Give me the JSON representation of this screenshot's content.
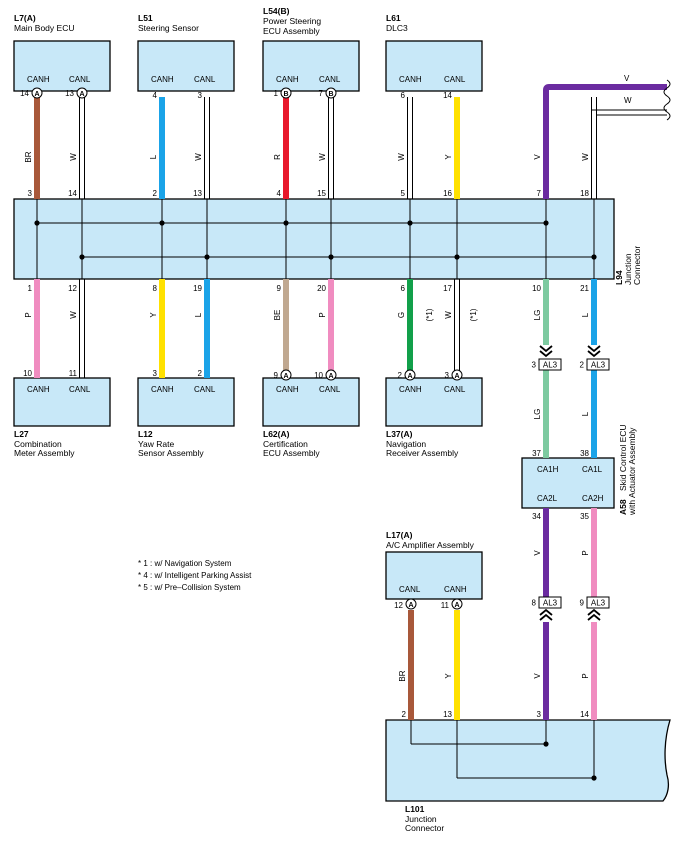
{
  "components": {
    "l7": {
      "id": "L7(A)",
      "name1": "Main Body ECU",
      "name2": "",
      "pin_left": "CANH",
      "pin_right": "CANL",
      "pin_left_no": "14",
      "pin_right_no": "13",
      "circ_left": "A",
      "circ_right": "A"
    },
    "l51": {
      "id": "L51",
      "name1": "Steering Sensor",
      "name2": "",
      "pin_left": "CANH",
      "pin_right": "CANL",
      "pin_left_no": "4",
      "pin_right_no": "3"
    },
    "l54": {
      "id": "L54(B)",
      "name1": "Power Steering",
      "name2": "ECU Assembly",
      "pin_left": "CANH",
      "pin_right": "CANL",
      "pin_left_no": "1",
      "pin_right_no": "7",
      "circ_left": "B",
      "circ_right": "B"
    },
    "l61": {
      "id": "L61",
      "name1": "DLC3",
      "name2": "",
      "pin_left": "CANH",
      "pin_right": "CANL",
      "pin_left_no": "6",
      "pin_right_no": "14"
    },
    "l27": {
      "id": "L27",
      "name1": "Combination",
      "name2": "Meter Assembly",
      "pin_left": "CANH",
      "pin_right": "CANL",
      "pin_left_no": "10",
      "pin_right_no": "11"
    },
    "l12": {
      "id": "L12",
      "name1": "Yaw Rate",
      "name2": "Sensor Assembly",
      "pin_left": "CANH",
      "pin_right": "CANL",
      "pin_left_no": "3",
      "pin_right_no": "2"
    },
    "l62": {
      "id": "L62(A)",
      "name1": "Certification",
      "name2": "ECU Assembly",
      "pin_left": "CANH",
      "pin_right": "CANL",
      "pin_left_no": "9",
      "pin_right_no": "10",
      "circ_left": "A",
      "circ_right": "A"
    },
    "l37": {
      "id": "L37(A)",
      "name1": "Navigation",
      "name2": "Receiver Assembly",
      "pin_left": "CANH",
      "pin_right": "CANL",
      "pin_left_no": "2",
      "pin_right_no": "3",
      "circ_left": "A",
      "circ_right": "A"
    },
    "l17": {
      "id": "L17(A)",
      "name1": "A/C Amplifier Assembly",
      "name2": "",
      "pin_left": "CANL",
      "pin_right": "CANH",
      "pin_left_no": "12",
      "pin_right_no": "11",
      "circ_left": "A",
      "circ_right": "A"
    },
    "a58": {
      "id": "A58",
      "name1": "Skid Control ECU",
      "name2": "with Actuator Assembly",
      "pin_tl": "CA1H",
      "pin_tr": "CA1L",
      "pin_bl": "CA2L",
      "pin_br": "CA2H",
      "pin_tl_no": "37",
      "pin_tr_no": "38",
      "pin_bl_no": "34",
      "pin_br_no": "35"
    },
    "l94": {
      "id": "L94",
      "name1": "Junction",
      "name2": "Connector"
    },
    "l101": {
      "id": "L101",
      "name1": "Junction",
      "name2": "Connector"
    }
  },
  "junction_top_pins": [
    "3",
    "14",
    "2",
    "13",
    "4",
    "15",
    "5",
    "16",
    "7",
    "18"
  ],
  "junction_bottom_pins": [
    "1",
    "12",
    "8",
    "19",
    "9",
    "20",
    "6",
    "17",
    "10",
    "21"
  ],
  "l101_pins": [
    "2",
    "13",
    "3",
    "14"
  ],
  "wire_colors_top": [
    "BR",
    "W",
    "L",
    "W",
    "R",
    "W",
    "W",
    "Y",
    "V",
    "W"
  ],
  "wire_colors_bottom": [
    "P",
    "W",
    "Y",
    "L",
    "BE",
    "P",
    "G",
    "W",
    "LG",
    "L"
  ],
  "wire_colors_mid": [
    "LG",
    "L"
  ],
  "wire_colors_lower": [
    "V",
    "P"
  ],
  "wire_colors_l101": [
    "BR",
    "Y",
    "V",
    "P"
  ],
  "note_star1": "(*1)",
  "right_wires": [
    "V",
    "W"
  ],
  "al3_connectors": [
    {
      "pin": "3",
      "label": "AL3"
    },
    {
      "pin": "2",
      "label": "AL3"
    },
    {
      "pin": "8",
      "label": "AL3"
    },
    {
      "pin": "9",
      "label": "AL3"
    }
  ],
  "notes": [
    "* 1 : w/ Navigation System",
    "* 4 : w/ Intelligent Parking Assist",
    "* 5 : w/ Pre–Collision System"
  ],
  "colors": {
    "BR": "#a8583a",
    "W": "#ffffff",
    "L": "#1aa3e8",
    "R": "#e8192c",
    "Y": "#ffe100",
    "V": "#6b2ba0",
    "P": "#f08cc0",
    "BE": "#c0a890",
    "G": "#11a04a",
    "LG": "#7dcaa0",
    "box": "#c8e8f8"
  }
}
